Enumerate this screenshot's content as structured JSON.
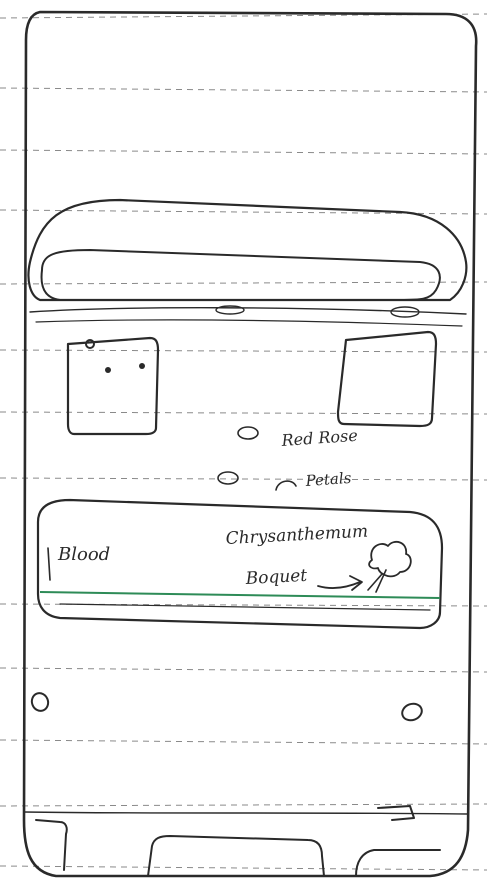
{
  "labels": {
    "petals_line1": "Red Rose",
    "petals_line2": "Petals",
    "blood": "Blood",
    "bouquet_line1": "Chrysanthemum",
    "bouquet_line2": "Boquet"
  },
  "colors": {
    "ink": "#2a2a2a",
    "faint_lines": "#8a8a8a",
    "paper": "#ffffff",
    "green_accent": "#2e8b57"
  }
}
